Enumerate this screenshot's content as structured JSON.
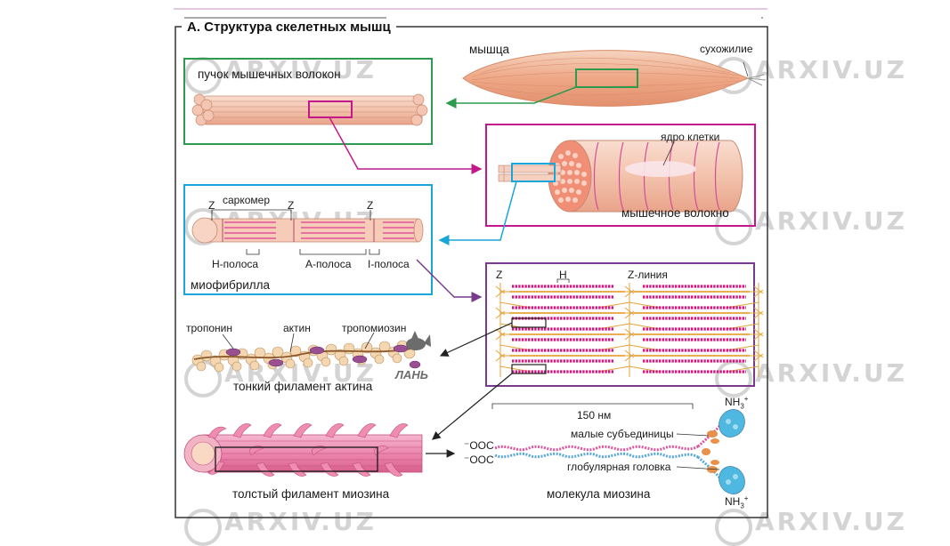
{
  "title": "А. Структура скелетных мышц",
  "labels": {
    "muscle": "мышца",
    "tendon": "сухожилие",
    "bundle": "пучок мышечных волокон",
    "nucleus": "ядро клетки",
    "muscle_fiber": "мышечное волокно",
    "sarcomere": "саркомер",
    "z": "Z",
    "h_band": "H-полоса",
    "a_band": "A-полоса",
    "i_band": "I-полоса",
    "myofibril": "миофибрилла",
    "h": "H",
    "z_line": "Z-линия",
    "troponin": "тропонин",
    "actin": "актин",
    "tropomyosin": "тропомиозин",
    "thin_filament": "тонкий филамент актина",
    "nm150": "150 нм",
    "nh3_top": "NH",
    "nh3_bottom": "NH",
    "light_chains": "малые субъединицы",
    "coo_1": "⁻OOC",
    "coo_2": "⁻OOC",
    "globular_head": "глобулярная головка",
    "thick_filament": "толстый филамент миозина",
    "myosin_molecule": "молекула миозина",
    "publisher": "ЛАНЬ"
  },
  "watermark": "ARXIV.UZ",
  "colors": {
    "green": "#2e9a4e",
    "magenta": "#c2188c",
    "cyan": "#1aa6d8",
    "purple": "#7a3a8c",
    "muscle": "#f0b89a",
    "pink": "#e0559a",
    "orange": "#e8a23a"
  }
}
